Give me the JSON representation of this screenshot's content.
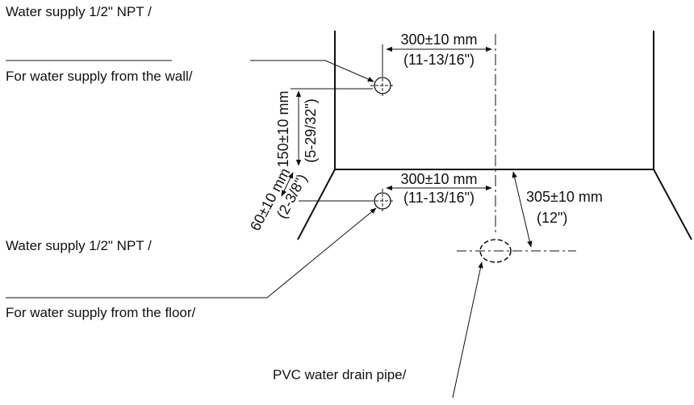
{
  "labels": {
    "wall_supply_title": "Water supply 1/2\" NPT /",
    "wall_supply_sub": "For water supply from the wall/",
    "floor_supply_title": "Water supply 1/2\" NPT /",
    "floor_supply_sub": "For water supply from the floor/",
    "drain": "PVC water drain pipe/"
  },
  "dimensions": {
    "wall_horizontal_mm": "300±10 mm",
    "wall_horizontal_in": "(11-13/16\")",
    "wall_vertical_mm": "150±10 mm",
    "wall_vertical_in": "(5-29/32\")",
    "floor_horizontal_mm": "300±10 mm",
    "floor_horizontal_in": "(11-13/16\")",
    "floor_depth_mm": "60±10 mm",
    "floor_depth_in": "(2-3/8\")",
    "drain_mm": "305±10 mm",
    "drain_in": "(12\")"
  }
}
